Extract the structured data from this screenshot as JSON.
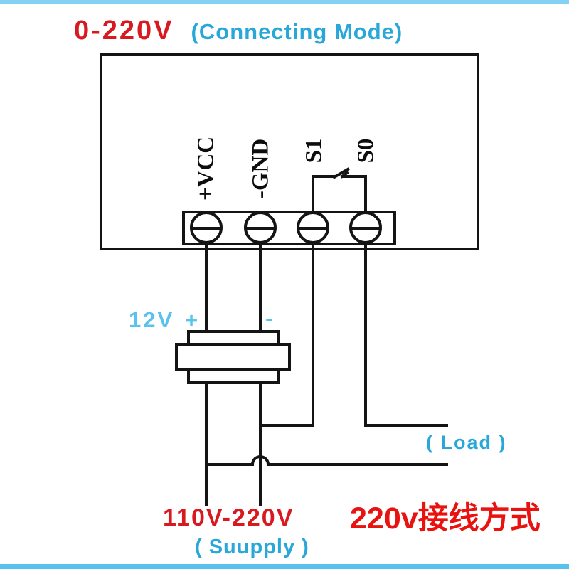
{
  "title": {
    "range": "0-220V",
    "mode": "(Connecting Mode)"
  },
  "device": {
    "terminal_labels": [
      "+VCC",
      "-GND",
      "S1",
      "S0"
    ]
  },
  "adapter": {
    "output": "12V",
    "plus": "+",
    "minus": "-"
  },
  "load": {
    "label": "( Load )"
  },
  "supply": {
    "range": "110V-220V",
    "label": "( Suupply )"
  },
  "caption": {
    "text": "220v接线方式"
  },
  "colors": {
    "red": "#d8191f",
    "cyan": "#29a7d9",
    "sky": "#5bc2f0",
    "caption-red": "#e8120f",
    "line": "#141414",
    "border-top": "#85d1f5",
    "border-bottom": "#58c1ee"
  }
}
